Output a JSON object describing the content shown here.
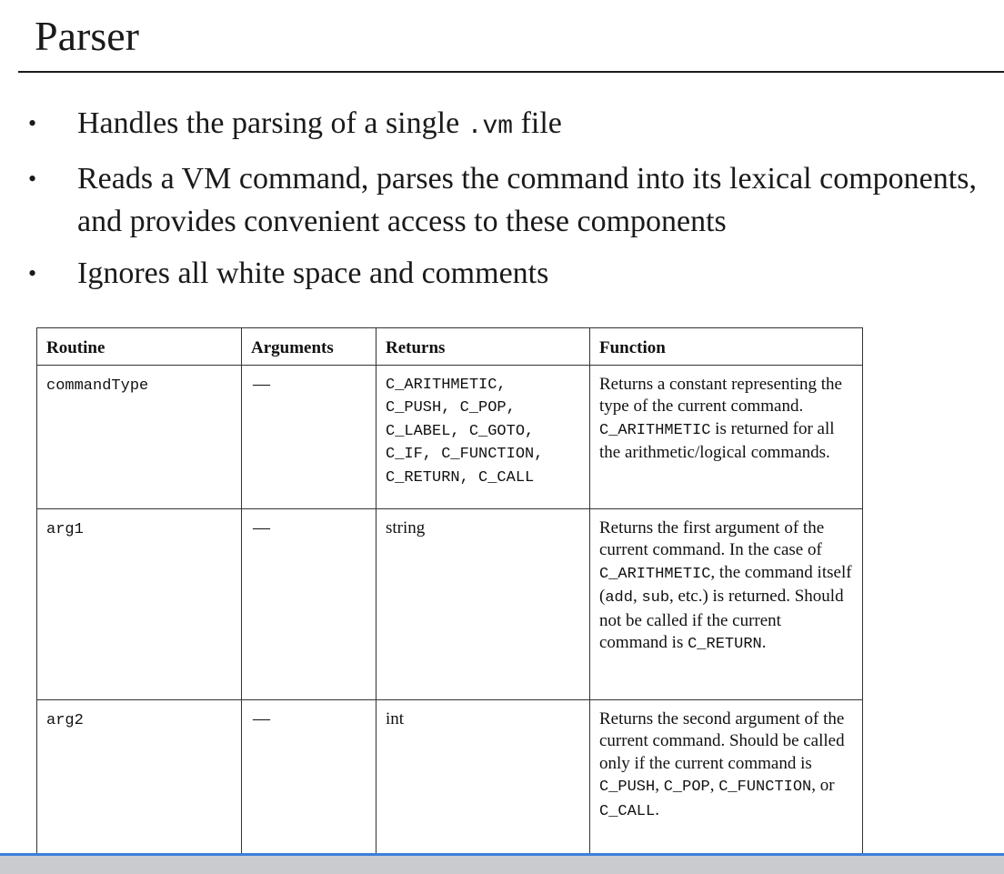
{
  "slide": {
    "title": "Parser"
  },
  "bullets": [
    {
      "parts": [
        "Handles the parsing of a single ",
        ".vm",
        " file"
      ]
    },
    {
      "parts": [
        "Reads a VM command, parses the command into its lexical components, and provides convenient access to these components"
      ]
    },
    {
      "parts": [
        "Ignores all white space and comments"
      ]
    }
  ],
  "table": {
    "headers": [
      "Routine",
      "Arguments",
      "Returns",
      "Function"
    ],
    "rows": [
      {
        "routine": "commandType",
        "arguments": "—",
        "returns": [
          "C_ARITHMETIC,",
          "C_PUSH, C_POP,",
          "C_LABEL, C_GOTO,",
          "C_IF, C_FUNCTION,",
          "C_RETURN, C_CALL"
        ],
        "function": {
          "a": "Returns a constant representing the type of the current command.",
          "b_code": "C_ARITHMETIC",
          "c": " is returned for all the arithmetic/logical commands."
        }
      },
      {
        "routine": "arg1",
        "arguments": "—",
        "returns": "string",
        "function": {
          "a": "Returns the first argument of the current command. In the case of ",
          "b_code": "C_ARITHMETIC",
          "c": ", the command itself (",
          "d_code": "add",
          "e": ", ",
          "f_code": "sub",
          "g": ", etc.) is returned. Should not be called if the current command is ",
          "h_code": "C_RETURN",
          "i": "."
        }
      },
      {
        "routine": "arg2",
        "arguments": "—",
        "returns": "int",
        "function": {
          "a": "Returns the second argument of the current command. Should be called only if the current command is ",
          "b_code": "C_PUSH",
          "c": ", ",
          "d_code": "C_POP",
          "e": ", ",
          "f_code": "C_FUNCTION",
          "g": ", or ",
          "h_code": "C_CALL",
          "i": "."
        }
      }
    ]
  },
  "colors": {
    "text": "#1a1a1a",
    "border": "#333333",
    "bottom_bar": "#3b7fd9",
    "bottom_strip": "#c9cbcf"
  }
}
